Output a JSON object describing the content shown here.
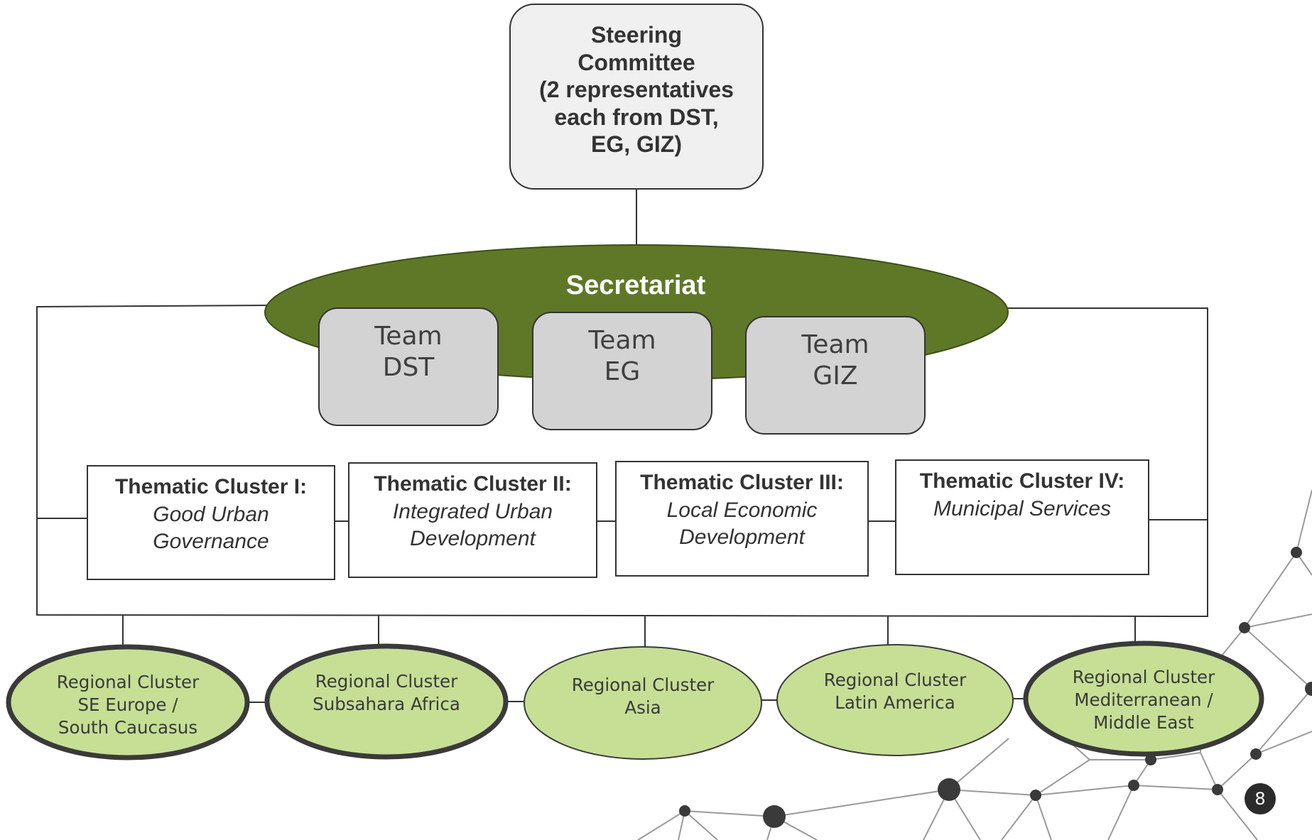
{
  "steering_committee": {
    "lines": [
      "Steering",
      "Committee",
      "(2 representatives",
      "each from DST,",
      "EG, GIZ)"
    ]
  },
  "secretariat": {
    "label": "Secretariat",
    "color": "#5e7828",
    "teams": [
      {
        "lines": [
          "Team",
          "DST"
        ]
      },
      {
        "lines": [
          "Team",
          "EG"
        ]
      },
      {
        "lines": [
          "Team",
          "GIZ"
        ]
      }
    ]
  },
  "thematic_clusters": [
    {
      "title": "Thematic Cluster  I:",
      "subtitle_lines": [
        "Good Urban",
        "Governance"
      ]
    },
    {
      "title": "Thematic Cluster  II:",
      "subtitle_lines": [
        "Integrated Urban",
        "Development"
      ]
    },
    {
      "title": "Thematic Cluster  III:",
      "subtitle_lines": [
        "Local Economic",
        "Development"
      ]
    },
    {
      "title": "Thematic Cluster  IV:",
      "subtitle_lines": [
        "Municipal Services"
      ]
    }
  ],
  "regional_clusters": [
    {
      "lines": [
        "Regional Cluster",
        "SE Europe /",
        "South Caucasus"
      ],
      "emphasized": true
    },
    {
      "lines": [
        "Regional Cluster",
        "Subsahara Africa"
      ],
      "emphasized": true
    },
    {
      "lines": [
        "Regional Cluster",
        "Asia"
      ],
      "emphasized": false
    },
    {
      "lines": [
        "Regional Cluster",
        "Latin America"
      ],
      "emphasized": false
    },
    {
      "lines": [
        "Regional Cluster",
        "Mediterranean /",
        "Middle East"
      ],
      "emphasized": true
    }
  ],
  "colors": {
    "secretariat_green": "#5e7828",
    "regional_fill": "#c6df95",
    "team_fill": "#d3d3d3",
    "steering_fill": "#f0f0f0"
  },
  "page_number": "8"
}
